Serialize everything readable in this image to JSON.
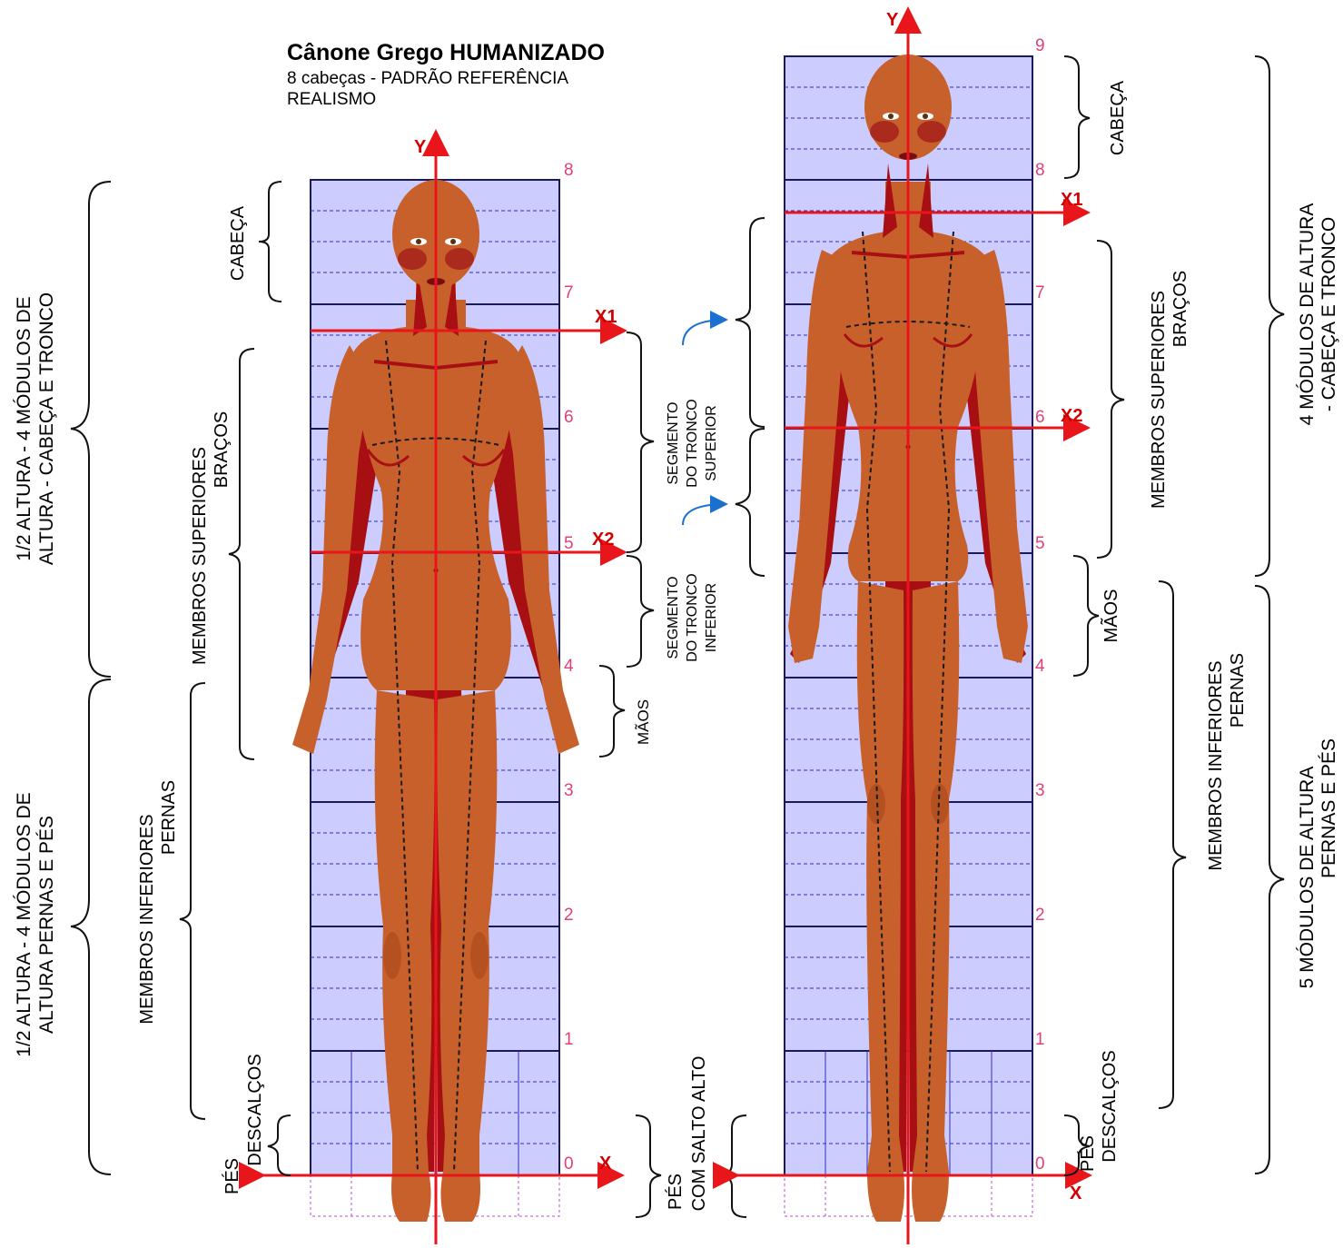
{
  "title": {
    "main": "Cânone Grego HUMANIZADO",
    "line2": "8 cabeças - PADRÃO REFERÊNCIA",
    "line3": "REALISMO"
  },
  "left_figure": {
    "module_numbers": [
      "0",
      "1",
      "2",
      "3",
      "4",
      "5",
      "6",
      "7",
      "8"
    ],
    "axis_y": "Y",
    "axis_x": "X",
    "x1": "X1",
    "x2": "X2",
    "labels": {
      "cabeca": "CABEÇA",
      "membros_superiores_1": "MEMBROS SUPERIORES",
      "membros_superiores_2": "BRAÇOS",
      "membros_inferiores_1": "MEMBROS INFERIORES",
      "membros_inferiores_2": "PERNAS",
      "pes_1": "PÉS",
      "pes_2": "DESCALÇOS",
      "maos": "MÃOS",
      "half_top_1": "1/2 ALTURA - 4 MÓDULOS DE",
      "half_top_2": "ALTURA - CABEÇA  E TRONCO",
      "half_bottom_1": "1/2 ALTURA - 4 MÓDULOS DE",
      "half_bottom_2": "ALTURA PERNAS E PÉS"
    }
  },
  "middle_labels": {
    "tronco_superior_1": "SEGMENTO",
    "tronco_superior_2": "DO TRONCO",
    "tronco_superior_3": "SUPERIOR",
    "tronco_inferior_1": "SEGMENTO",
    "tronco_inferior_2": "DO TRONCO",
    "tronco_inferior_3": "INFERIOR",
    "salto_1": "PÉS",
    "salto_2": "COM SALTO ALTO"
  },
  "right_figure": {
    "module_numbers": [
      "0",
      "1",
      "2",
      "3",
      "4",
      "5",
      "6",
      "7",
      "8",
      "9"
    ],
    "axis_y": "Y",
    "axis_x": "X",
    "x1": "X1",
    "x2": "X2",
    "labels": {
      "cabeca": "CABEÇA",
      "membros_superiores_1": "MEMBROS SUPERIORES",
      "membros_superiores_2": "BRAÇOS",
      "membros_inferiores_1": "MEMBROS INFERIORES",
      "membros_inferiores_2": "PERNAS",
      "pes_1": "PÉS",
      "pes_2": "DESCALÇOS",
      "maos": "MÃOS",
      "top_1": "4 MÓDULOS DE ALTURA",
      "top_2": "- CABEÇA  E TRONCO",
      "bottom_1": "5 MÓDULOS DE ALTURA",
      "bottom_2": "PERNAS E PÉS"
    }
  },
  "colors": {
    "grid_fill": "#ccccff",
    "skin": "#c8602c",
    "shadow": "#a80f12",
    "axis": "#e8161b",
    "numbers": "#e0407a",
    "arrow_blue": "#1b6fd1"
  }
}
